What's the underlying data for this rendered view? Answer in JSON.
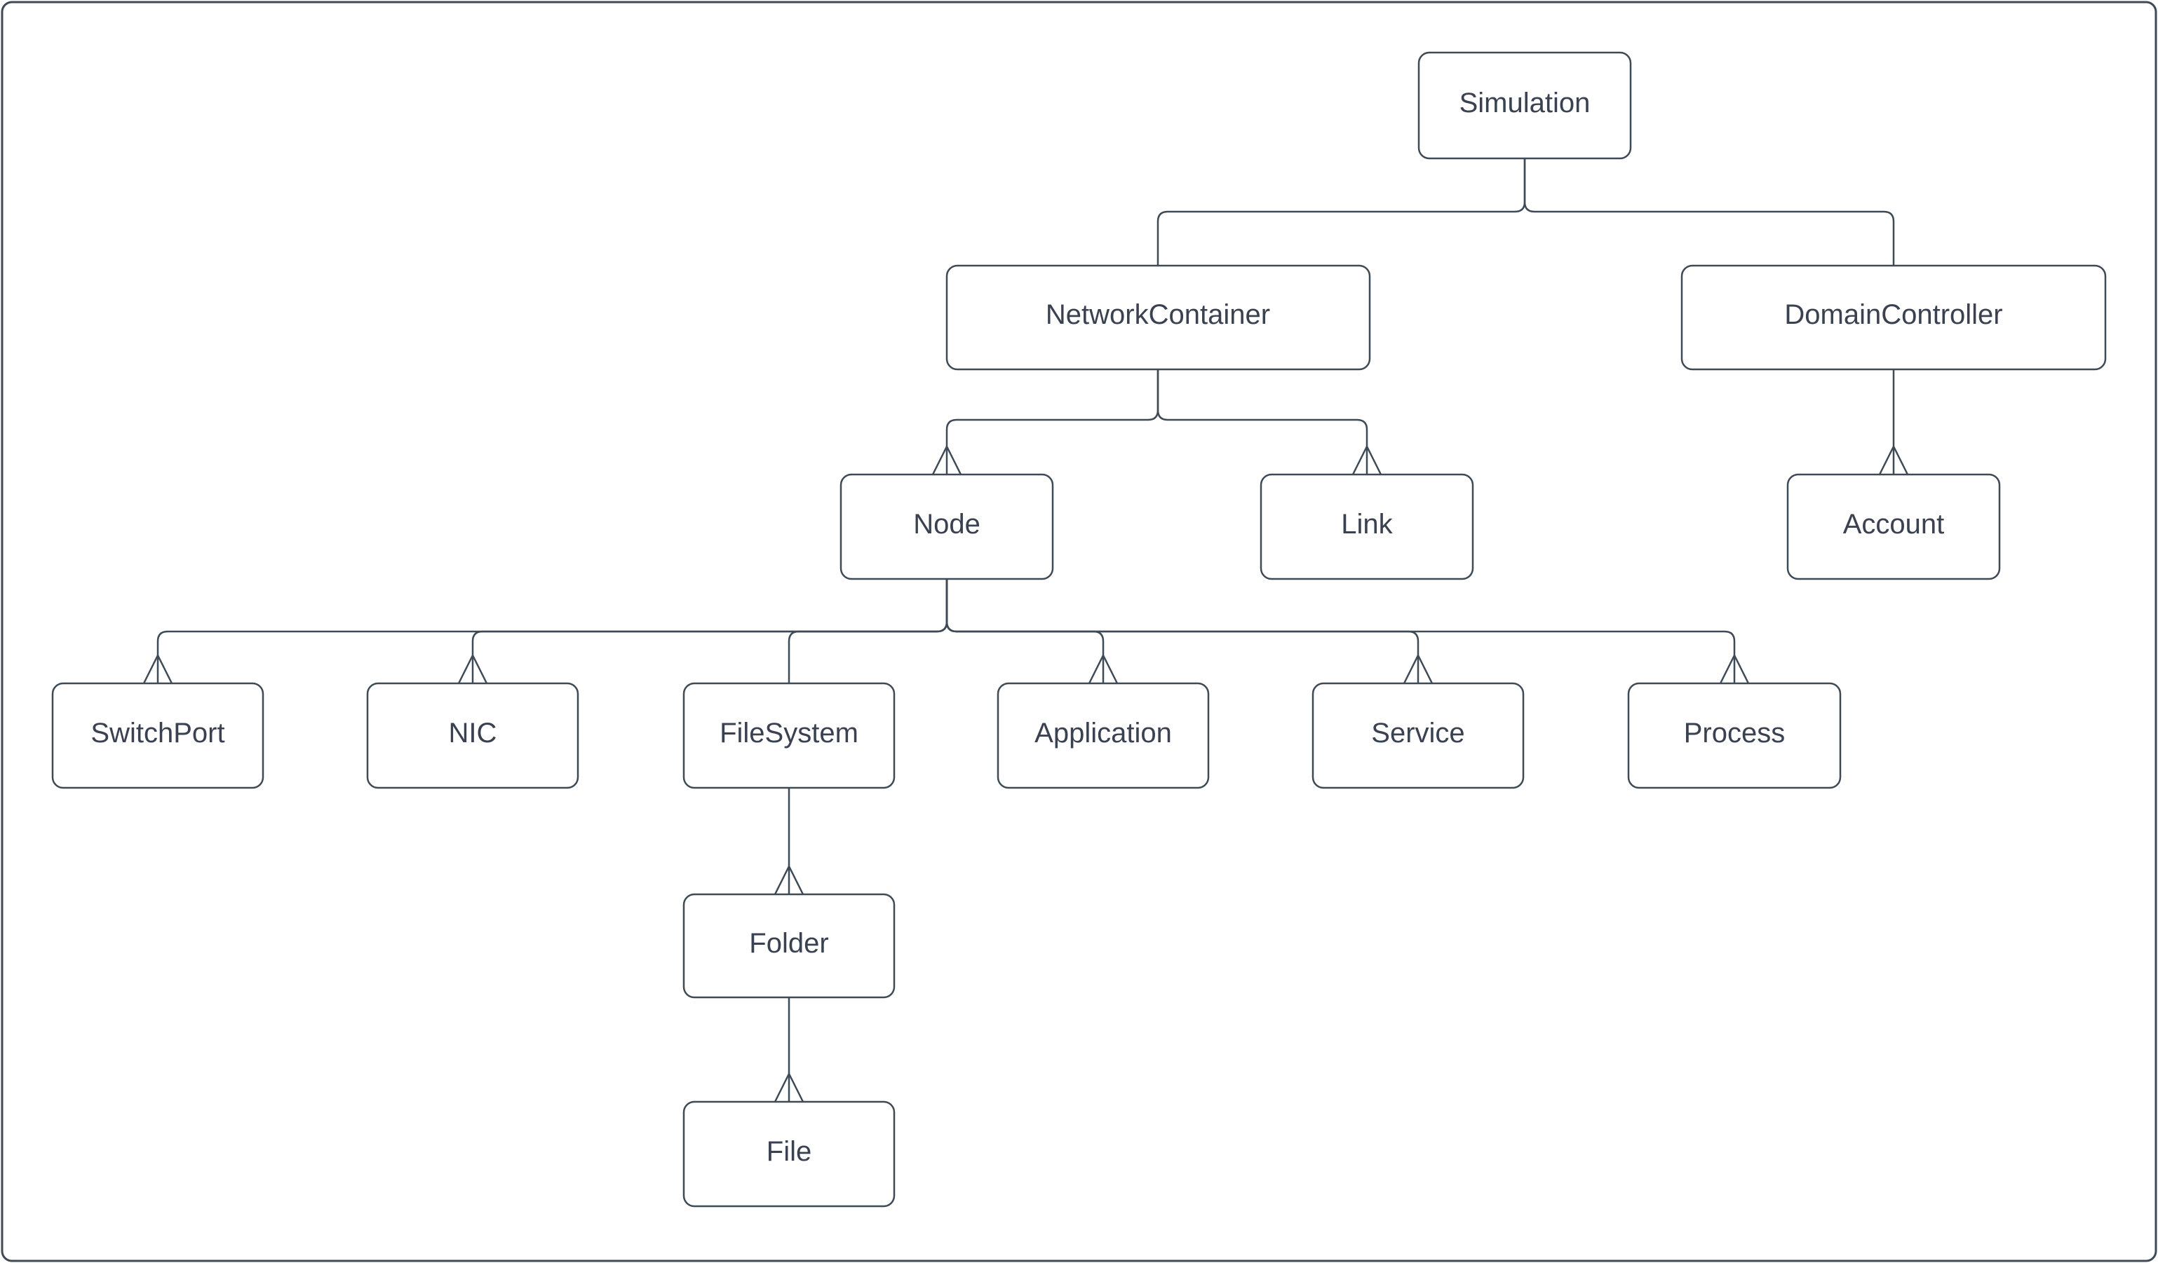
{
  "diagram": {
    "type": "hierarchy-tree",
    "colors": {
      "background": "#ffffff",
      "line": "#3e4a56",
      "text": "#3a4150"
    },
    "nodes": {
      "simulation": {
        "label": "Simulation"
      },
      "network_container": {
        "label": "NetworkContainer"
      },
      "domain_controller": {
        "label": "DomainController"
      },
      "node": {
        "label": "Node"
      },
      "link": {
        "label": "Link"
      },
      "account": {
        "label": "Account"
      },
      "switch_port": {
        "label": "SwitchPort"
      },
      "nic": {
        "label": "NIC"
      },
      "file_system": {
        "label": "FileSystem"
      },
      "application": {
        "label": "Application"
      },
      "service": {
        "label": "Service"
      },
      "process": {
        "label": "Process"
      },
      "folder": {
        "label": "Folder"
      },
      "file": {
        "label": "File"
      }
    },
    "edges": [
      {
        "from": "Simulation",
        "to": "NetworkContainer",
        "arrowhead": false
      },
      {
        "from": "Simulation",
        "to": "DomainController",
        "arrowhead": false
      },
      {
        "from": "NetworkContainer",
        "to": "Node",
        "arrowhead": true
      },
      {
        "from": "NetworkContainer",
        "to": "Link",
        "arrowhead": true
      },
      {
        "from": "DomainController",
        "to": "Account",
        "arrowhead": true
      },
      {
        "from": "Node",
        "to": "SwitchPort",
        "arrowhead": true
      },
      {
        "from": "Node",
        "to": "NIC",
        "arrowhead": true
      },
      {
        "from": "Node",
        "to": "FileSystem",
        "arrowhead": false
      },
      {
        "from": "Node",
        "to": "Application",
        "arrowhead": true
      },
      {
        "from": "Node",
        "to": "Service",
        "arrowhead": true
      },
      {
        "from": "Node",
        "to": "Process",
        "arrowhead": true
      },
      {
        "from": "FileSystem",
        "to": "Folder",
        "arrowhead": true
      },
      {
        "from": "Folder",
        "to": "File",
        "arrowhead": true
      }
    ]
  }
}
